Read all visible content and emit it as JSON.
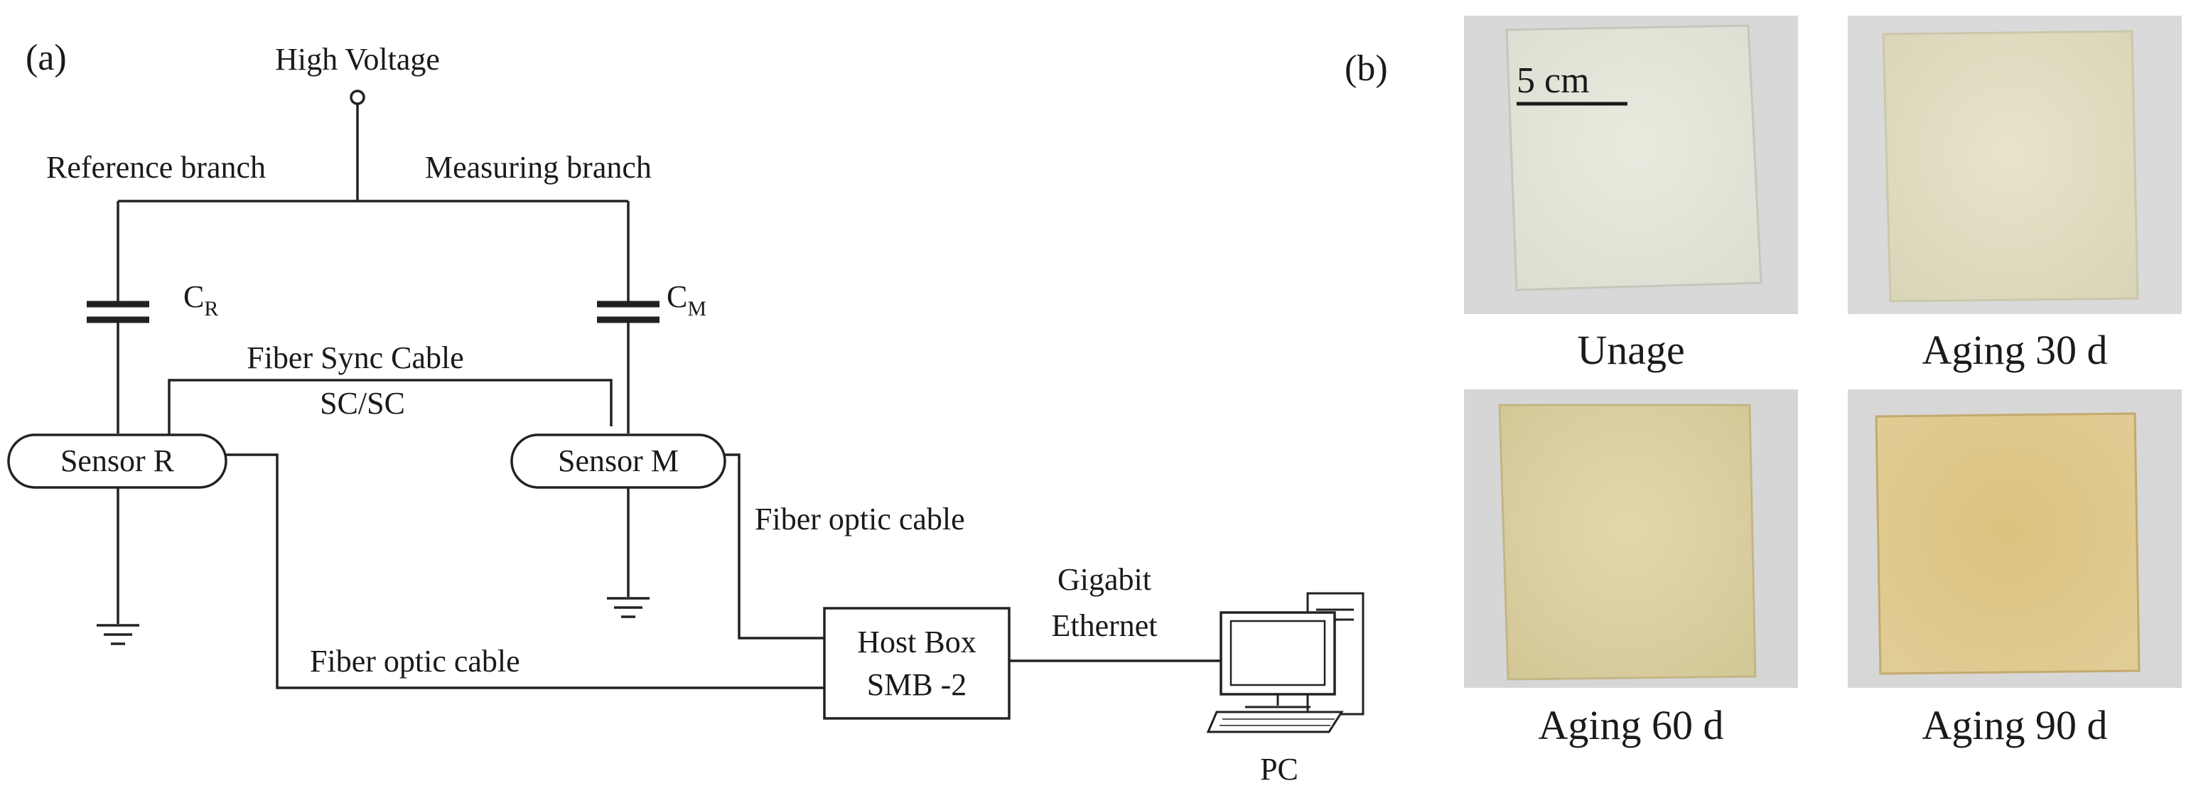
{
  "panel_a": {
    "label": "(a)",
    "high_voltage": "High Voltage",
    "reference_branch": "Reference branch",
    "measuring_branch": "Measuring branch",
    "cap_r": {
      "letter": "C",
      "sub": "R"
    },
    "cap_m": {
      "letter": "C",
      "sub": "M"
    },
    "fiber_sync_cable": "Fiber Sync Cable",
    "sc_sc": "SC/SC",
    "sensor_r": "Sensor R",
    "sensor_m": "Sensor M",
    "fiber_optic_cable_top": "Fiber optic cable",
    "fiber_optic_cable_bottom": "Fiber optic cable",
    "host_box_line1": "Host Box",
    "host_box_line2": "SMB -2",
    "gigabit": "Gigabit",
    "ethernet": "Ethernet",
    "pc": "PC"
  },
  "panel_b": {
    "label": "(b)",
    "scale_bar": "5 cm",
    "samples": [
      {
        "caption": "Unage",
        "color": "#e4e5d9",
        "edge": "#cfd2c4"
      },
      {
        "caption": "Aging 30 d",
        "color": "#e2dfc3",
        "edge": "#cfcbb0"
      },
      {
        "caption": "Aging 60 d",
        "color": "#ddd3a4",
        "edge": "#c9be8c"
      },
      {
        "caption": "Aging 90 d",
        "color": "#dcc68a",
        "edge": "#c7ad70"
      }
    ]
  }
}
